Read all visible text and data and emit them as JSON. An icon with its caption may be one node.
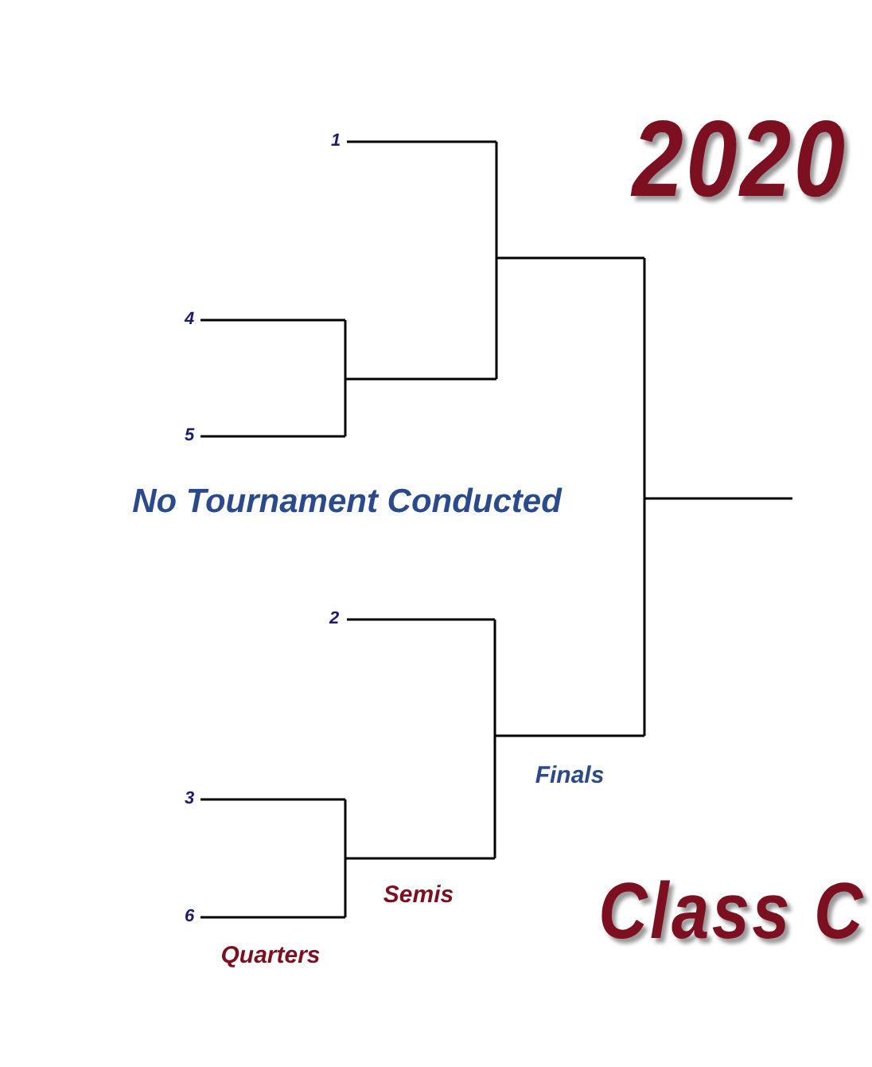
{
  "diagram": {
    "title": "2020",
    "labels": [
      "1",
      "4",
      "5",
      "No Tournament Conducted",
      "2",
      "Finals",
      "3",
      "Semis",
      "6",
      "Quarters",
      "Class C"
    ]
  }
}
